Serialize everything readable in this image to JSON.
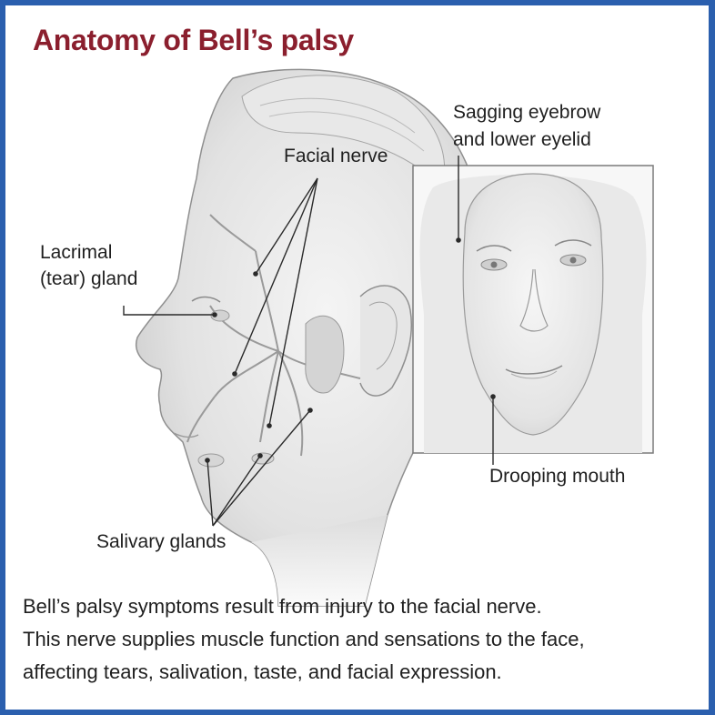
{
  "title": "Anatomy of Bell’s palsy",
  "labels": {
    "facial_nerve": "Facial nerve",
    "lacrimal_line1": "Lacrimal",
    "lacrimal_line2": "(tear) gland",
    "sagging_line1": "Sagging eyebrow",
    "sagging_line2": "and lower eyelid",
    "drooping_mouth": "Drooping mouth",
    "salivary_glands": "Salivary glands"
  },
  "caption": [
    "Bell’s palsy symptoms result from injury to the facial nerve.",
    "This nerve supplies muscle function and sensations to the face,",
    "affecting tears, salivation, taste, and facial expression."
  ],
  "colors": {
    "title": "#8b1f2e",
    "frame": "#2b5fae",
    "text": "#1f1f1f",
    "illustration": "#9c9c9c"
  },
  "icons": [
    "profile-head-illustration",
    "front-face-illustration",
    "facial-nerve-branches",
    "salivary-gland-shape",
    "lacrimal-gland-shape"
  ]
}
